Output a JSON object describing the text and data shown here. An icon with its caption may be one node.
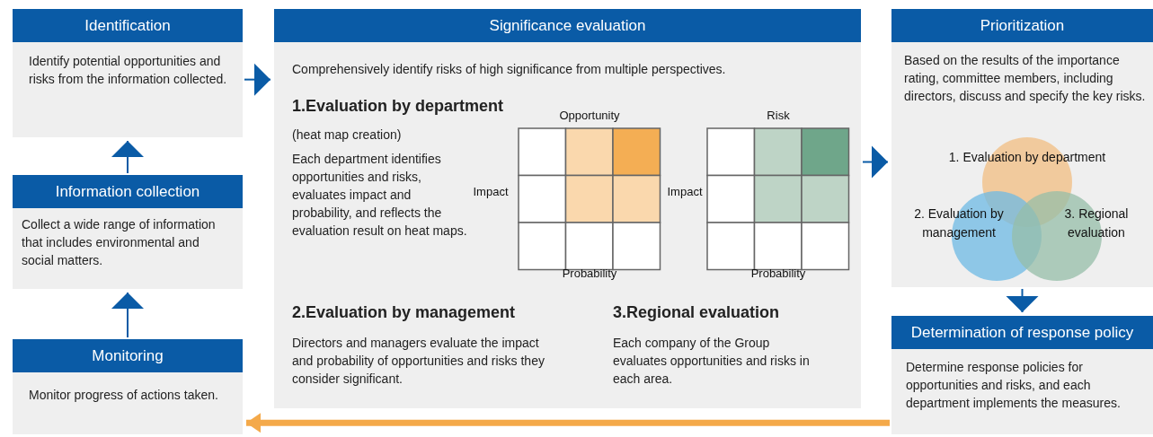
{
  "diagram": {
    "nodes": [
      {
        "text": [
          "Identification",
          "Identify potential opportunities and risks from the information collected."
        ]
      },
      {
        "text": [
          "Information collection",
          "Collect a wide range of information that includes environmental and social matters."
        ]
      },
      {
        "text": [
          "Monitoring",
          "Monitor progress of actions taken."
        ]
      },
      {
        "text": [
          "Significance evaluation",
          "Comprehensively identify risks of high significance from multiple perspectives.",
          "1.Evaluation by department",
          "(heat map creation)",
          "Each department identifies opportunities and risks, evaluates impact and probability, and reflects the evaluation result on heat maps.",
          "2.Evaluation by management",
          "Directors and managers evaluate the impact and probability of opportunities and risks they consider significant.",
          "3.Regional evaluation",
          "Each company of the Group evaluates opportunities and risks in each area."
        ]
      },
      {
        "text": [
          "Prioritization",
          "Based on the results of the importance rating, committee members, including directors, discuss and specify the key risks."
        ]
      },
      {
        "text": [
          "1. Evaluation by department"
        ],
        "in": 4
      },
      {
        "text": [
          "2. Evaluation by management"
        ],
        "in": 4
      },
      {
        "text": [
          "3. Regional evaluation"
        ],
        "in": 4
      },
      {
        "text": [
          "Determination of response policy",
          "Determine response policies for opportunities and risks, and each department implements the measures."
        ]
      }
    ],
    "edges": [
      {
        "from": 2,
        "to": 1,
        "arrow": "to"
      },
      {
        "from": 1,
        "to": 0,
        "arrow": "to"
      },
      {
        "from": 0,
        "to": 3,
        "arrow": "to"
      },
      {
        "from": 3,
        "to": 4,
        "arrow": "to"
      },
      {
        "from": 4,
        "to": 8,
        "arrow": "to"
      },
      {
        "from": 8,
        "to": 2,
        "arrow": "to",
        "style": "thick",
        "color": "#f4a94a"
      }
    ],
    "labels": [
      "Opportunity",
      "Risk",
      "Impact",
      "Impact",
      "Probability",
      "Probability"
    ]
  }
}
